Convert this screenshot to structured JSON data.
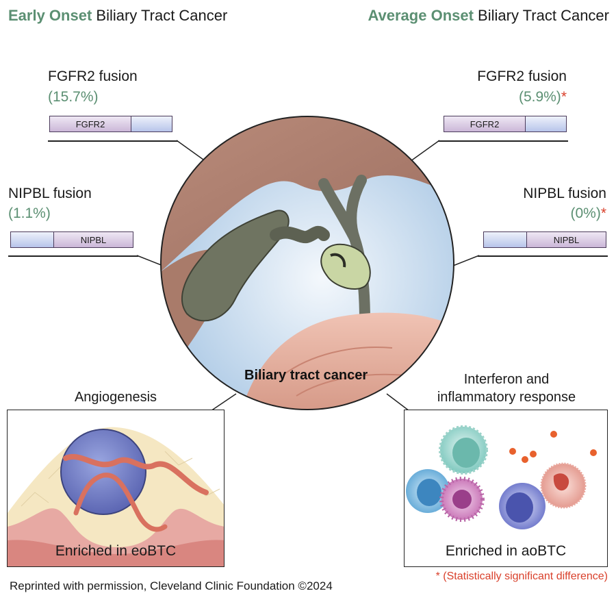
{
  "left_title": {
    "highlight": "Early Onset",
    "rest": " Biliary Tract Cancer"
  },
  "right_title": {
    "highlight": "Average Onset",
    "rest": " Biliary Tract Cancer"
  },
  "early": {
    "fgfr2_label": "FGFR2 fusion",
    "fgfr2_pct": "(15.7%)",
    "fgfr2_gene": "FGFR2",
    "nipbl_label": "NIPBL fusion",
    "nipbl_pct": "(1.1%)",
    "nipbl_gene": "NIPBL"
  },
  "average": {
    "fgfr2_label": "FGFR2 fusion",
    "fgfr2_pct": "(5.9%)",
    "fgfr2_gene": "FGFR2",
    "nipbl_label": "NIPBL fusion",
    "nipbl_pct": "(0%)",
    "nipbl_gene": "NIPBL",
    "significance_marker": "*"
  },
  "center_label": "Biliary tract cancer",
  "angiogenesis": {
    "title": "Angiogenesis",
    "caption": "Enriched in eoBTC"
  },
  "interferon": {
    "title_line1": "Interferon and",
    "title_line2": "inflammatory response",
    "caption": "Enriched in aoBTC"
  },
  "credit": "Reprinted with permission, Cleveland Clinic Foundation ©2024",
  "footnote": "* (Statistically significant difference)",
  "colors": {
    "accent_green": "#5b8f72",
    "significance_red": "#d9402b",
    "gene_purple": "#cbb7d8",
    "gene_blue": "#b7c4ea"
  }
}
